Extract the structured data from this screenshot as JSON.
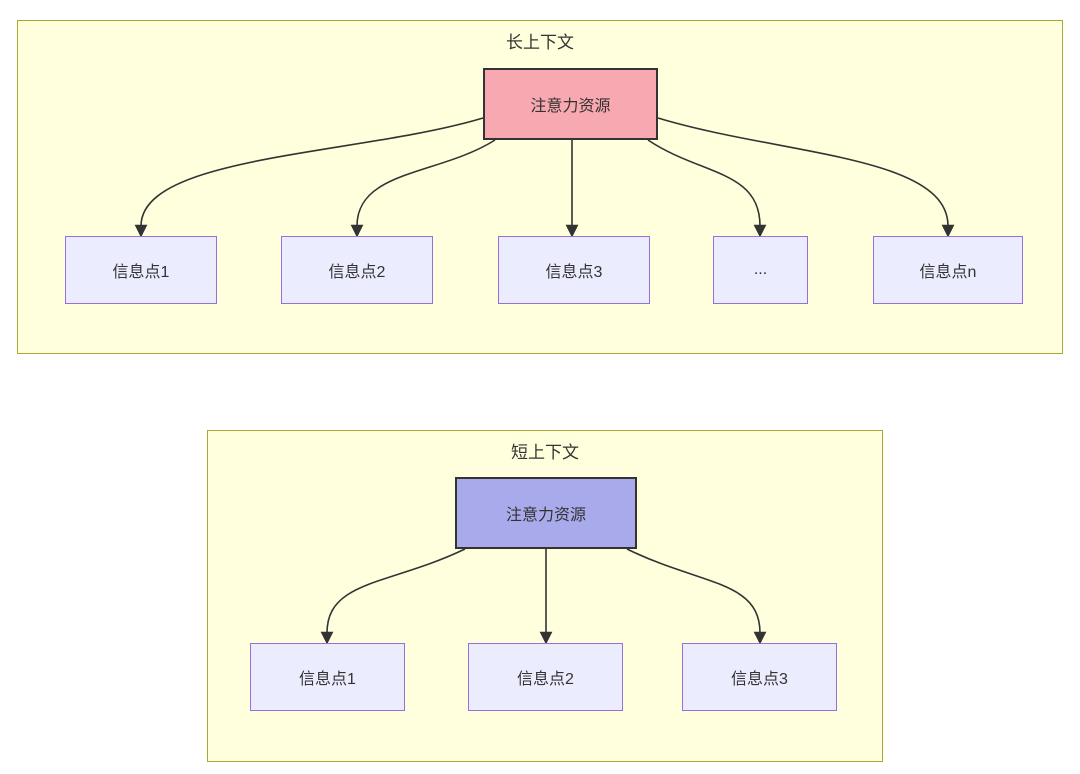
{
  "panels": [
    {
      "title": "长上下文",
      "attention_label": "注意力资源",
      "items": [
        "信息点1",
        "信息点2",
        "信息点3",
        "...",
        "信息点n"
      ]
    },
    {
      "title": "短上下文",
      "attention_label": "注意力资源",
      "items": [
        "信息点1",
        "信息点2",
        "信息点3"
      ]
    }
  ],
  "colors": {
    "panel_bg": "#ffffde",
    "panel_border": "#aaaa33",
    "info_node_bg": "#ececff",
    "info_node_border": "#9370db",
    "attention_long_bg": "#f8a8b0",
    "attention_short_bg": "#a9aaec",
    "attention_border": "#333333",
    "arrow": "#333333",
    "text": "#333333"
  }
}
